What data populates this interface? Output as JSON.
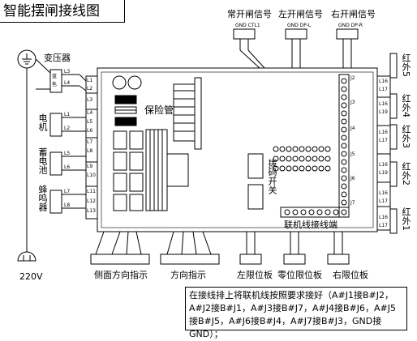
{
  "title": "智能摆闸接线图",
  "top_signals": {
    "normal_open": "常开闸信号",
    "normal_open_pins": "GND  CTL1",
    "left_open": "左开闸信号",
    "left_open_pins": "GND  DP-L",
    "right_open": "右开闸信号",
    "right_open_pins": "GND  DP-R"
  },
  "left_side": {
    "ground": "⏚",
    "transformer": "变压器",
    "blue": "蓝",
    "color_box": "色",
    "motor": "电机",
    "battery": "蓄电池",
    "buzzer": "蜂鸣器",
    "power": "220V"
  },
  "center": {
    "fuse_tube": "保险管",
    "dip_switch": "拨码开关",
    "link_terminal": "联机线接线端"
  },
  "right_side": {
    "ir5": "红外5",
    "ir4": "红外4",
    "ir3": "红外3",
    "ir2": "红外2",
    "ir1": "红外1"
  },
  "bottom": {
    "side_direction": "侧面方向指示",
    "direction": "方向指示",
    "left_limit": "左限位板",
    "zero_limit": "零位限位板",
    "right_limit": "右限位板"
  },
  "note": "在接线排上将联机线按照要求接好（A#J1接B#J2，A#J2接B#J1，A#J3接B#J7，A#J4接B#J6，A#J5接B#J5，A#J6接B#J4，A#J7接B#J3，GND接GND）；"
}
